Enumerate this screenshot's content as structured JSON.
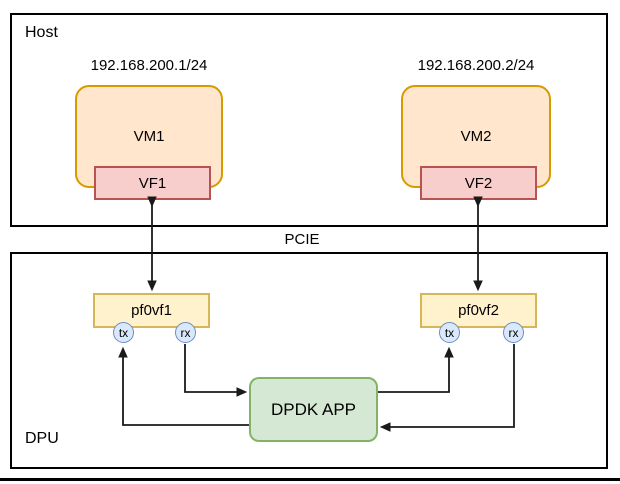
{
  "diagram": {
    "host": {
      "label": "Host",
      "vm1": {
        "ip": "192.168.200.1/24",
        "name": "VM1",
        "vf": "VF1"
      },
      "vm2": {
        "ip": "192.168.200.2/24",
        "name": "VM2",
        "vf": "VF2"
      }
    },
    "pcie": {
      "label": "PCIE"
    },
    "dpu": {
      "label": "DPU",
      "ports": [
        {
          "name": "pf0vf1",
          "tx_label": "tx",
          "rx_label": "rx"
        },
        {
          "name": "pf0vf2",
          "tx_label": "tx",
          "rx_label": "rx"
        }
      ],
      "app_label": "DPDK APP"
    },
    "colors": {
      "vm_fill": "#FFE6CC",
      "vm_border": "#D79B00",
      "vf_fill": "#F8CECC",
      "vf_border": "#B85450",
      "port_fill": "#FFF2CC",
      "port_border": "#D6B656",
      "queue_fill": "#DAE8FC",
      "queue_border": "#6C8EBF",
      "app_fill": "#D5E8D4",
      "app_border": "#82B366",
      "box_border": "#000000",
      "wire": "#1a1a1a"
    }
  }
}
